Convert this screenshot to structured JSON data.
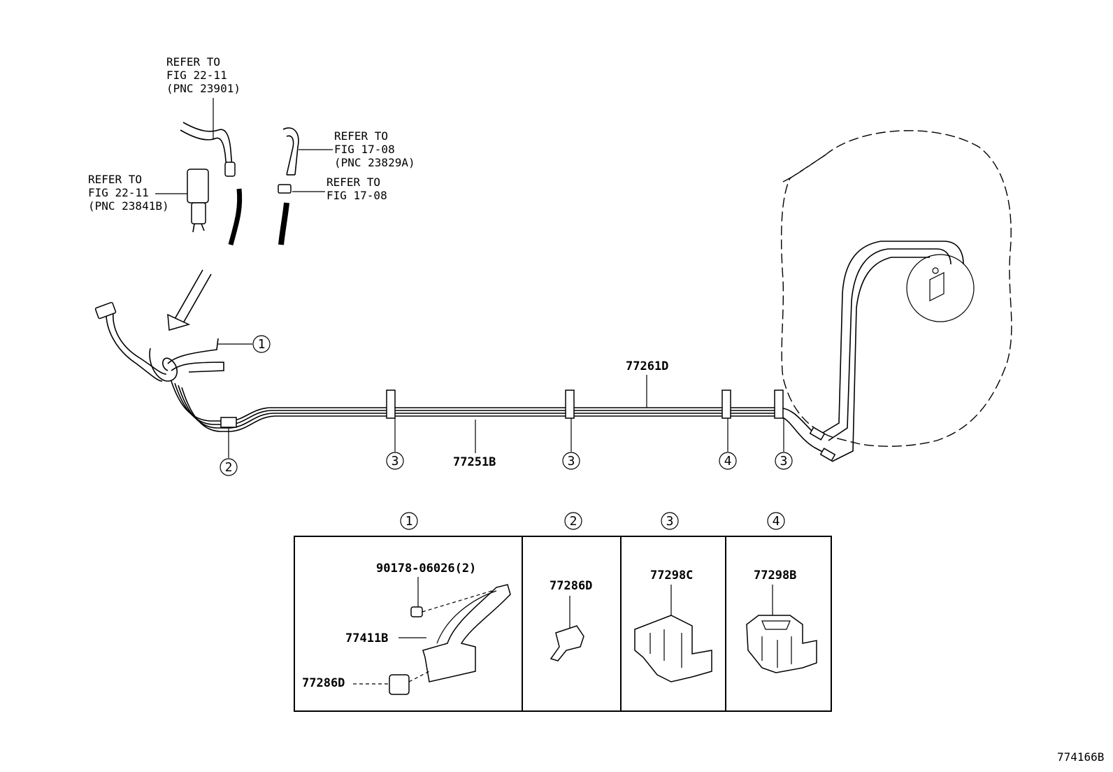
{
  "references": {
    "top_left": [
      "REFER TO",
      "FIG 22-11",
      "(PNC 23901)"
    ],
    "left": [
      "REFER TO",
      "FIG 22-11",
      "(PNC 23841B)"
    ],
    "top_right": [
      "REFER TO",
      "FIG 17-08",
      "(PNC 23829A)"
    ],
    "right": [
      "REFER TO",
      "FIG 17-08"
    ]
  },
  "main_parts": {
    "upper_tube": "77261D",
    "lower_tube": "77251B"
  },
  "callouts": [
    "1",
    "2",
    "3",
    "3",
    "4",
    "3"
  ],
  "detail_panels": [
    {
      "id": "1",
      "labels": [
        "90178-06026(2)",
        "77411B",
        "77286D"
      ]
    },
    {
      "id": "2",
      "labels": [
        "77286D"
      ]
    },
    {
      "id": "3",
      "labels": [
        "77298C"
      ]
    },
    {
      "id": "4",
      "labels": [
        "77298B"
      ]
    }
  ],
  "figure_code": "774166B"
}
